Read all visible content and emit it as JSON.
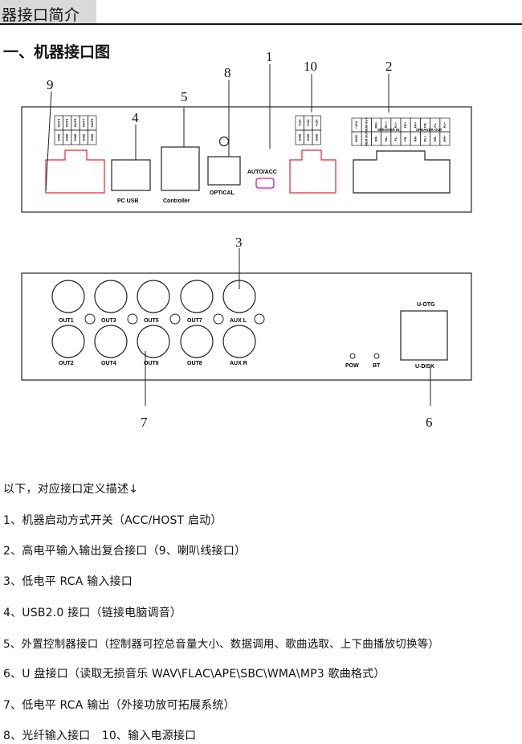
{
  "header": {
    "title": "器接口简介"
  },
  "section_title": "一、机器接口图",
  "callouts": [
    "1",
    "2",
    "3",
    "4",
    "5",
    "6",
    "7",
    "8",
    "9",
    "10"
  ],
  "front_panel": {
    "pc_usb": "PC USB",
    "controller": "Controller",
    "optical": "OPTICAL",
    "auto_acc": "AUTO/ACC",
    "pins_9_top": [
      "OUT1",
      "OUT3",
      "OUT5",
      "OUT7",
      "OUT9"
    ],
    "pins_9_bottom": [
      "GND",
      "GND",
      "GND",
      "GND",
      "GND"
    ],
    "pins_10_top": [
      "+12V",
      "+12V",
      "+12V"
    ],
    "pins_10_bottom": [
      "GND",
      "GND",
      "GND"
    ],
    "pins_2_top": [
      "+12V",
      "REM OUT",
      "RR+",
      "RL+",
      "FL+",
      "FR+",
      "FR+",
      "FR-",
      "FL-",
      "FL+"
    ],
    "pins_2_bottom": [
      "GND",
      "REM OUT",
      "RR-",
      "RL-",
      "FL-",
      "FR-",
      "RR-",
      "RL+",
      "RR-",
      "RR+"
    ],
    "speaker_in": "SPEAKER IN",
    "speaker_out": "SPEAKER OUT"
  },
  "back_panel": {
    "rca_top": [
      "OUT1",
      "OUT3",
      "OUT5",
      "OUT7",
      "AUX L"
    ],
    "rca_bottom": [
      "OUT2",
      "OUT4",
      "OUT6",
      "OUT8",
      "AUX R"
    ],
    "pow": "POW",
    "bt": "BT",
    "u_otg": "U-OTG",
    "u_disk": "U-DISK"
  },
  "descriptions": {
    "intro": "以下，对应接口定义描述↓",
    "items": [
      "1、机器启动方式开关（ACC/HOST 启动）",
      "2、高电平输入输出复合接口（9、喇叭线接口）",
      "3、低电平 RCA 输入接口",
      "4、USB2.0 接口（链接电脑调音）",
      "5、外置控制器接口（控制器可控总音量大小、数据调用、歌曲选取、上下曲播放切换等）",
      "6、U 盘接口（读取无损音乐 WAV\\FLAC\\APE\\SBC\\WMA\\MP3 歌曲格式）",
      "7、低电平 RCA 输出（外接功放可拓展系统）",
      "8、光纤输入接口　10、输入电源接口"
    ]
  },
  "colors": {
    "red": "#e8262b",
    "magenta": "#d3169a",
    "line": "#222222"
  }
}
